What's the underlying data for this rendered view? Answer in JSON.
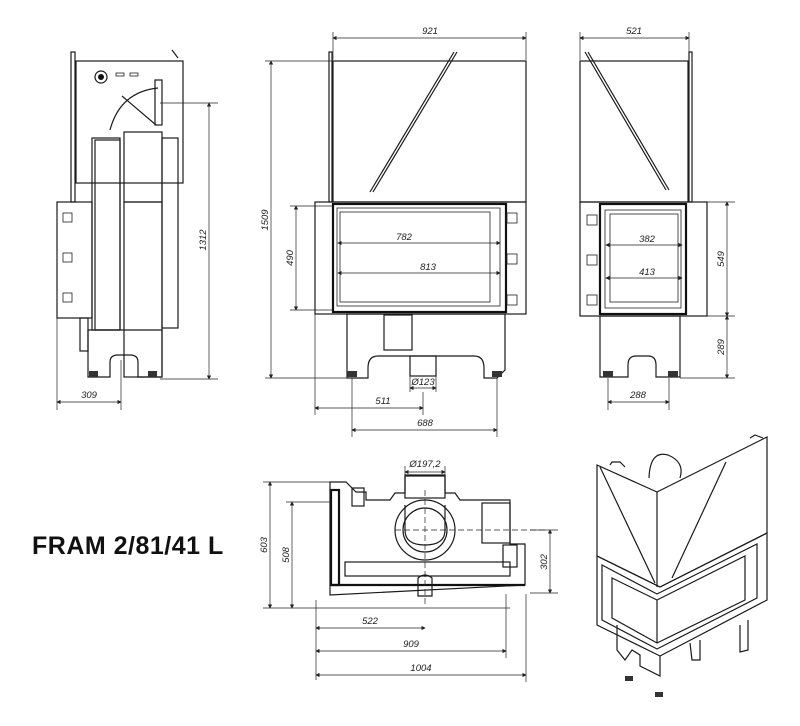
{
  "title": "FRAM 2/81/41 L",
  "views": {
    "left_side": {
      "dimensions": {
        "height": "1312",
        "depth": "309"
      }
    },
    "front": {
      "dimensions": {
        "width_top": "921",
        "total_height": "1509",
        "glass_height": "490",
        "glass_width_inner": "782",
        "glass_width_outer": "813",
        "air_inlet_diameter": "Ø123",
        "inlet_offset": "511",
        "leg_spacing": "688"
      }
    },
    "right_side": {
      "dimensions": {
        "width_top": "521",
        "door_height": "549",
        "base_height": "289",
        "glass_width_inner": "382",
        "glass_width_outer": "413",
        "leg_spacing": "288"
      }
    },
    "top": {
      "dimensions": {
        "flue_diameter": "Ø197,2",
        "depth_total": "603",
        "depth_inner": "508",
        "flue_offset_y": "302",
        "flue_offset_x": "522",
        "width_inner": "909",
        "width_total": "1004"
      }
    },
    "isometric": {
      "label": ""
    }
  }
}
